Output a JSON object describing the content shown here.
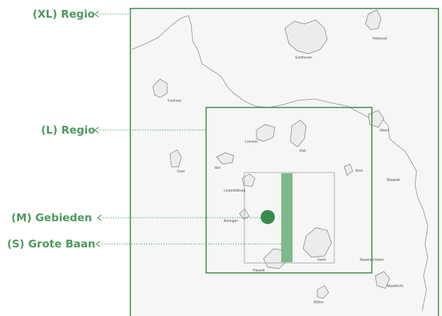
{
  "scales": {
    "xl": {
      "label": "(XL) Regio"
    },
    "l": {
      "label": "(L) Regio"
    },
    "m": {
      "label": "(M) Gebieden"
    },
    "s": {
      "label": "(S) Grote Baan"
    }
  },
  "cities": {
    "helmond": "Helmond",
    "eindhoven": "Eindhoven",
    "turnhout": "Turnhout",
    "weert": "Weert",
    "lommel": "Lommel",
    "pelt": "Pelt",
    "mol": "Mol",
    "geel": "Geel",
    "bree": "Bree",
    "maaseik": "Maaseik",
    "leopoldsburg": "Leopoldsburg",
    "beringen": "Beringen",
    "genk": "Genk",
    "maasmechelen": "Maasmechelen",
    "hasselt": "Hasselt",
    "maastricht": "Maastricht",
    "bilzen": "Bilzen"
  },
  "colors": {
    "accent": "#4e9a5e",
    "frame": "#3f8f52",
    "bar": "#7fb98b",
    "dot": "#3a8a4c",
    "map_line": "#8a8a8a",
    "map_fill": "#f2f2f2"
  }
}
